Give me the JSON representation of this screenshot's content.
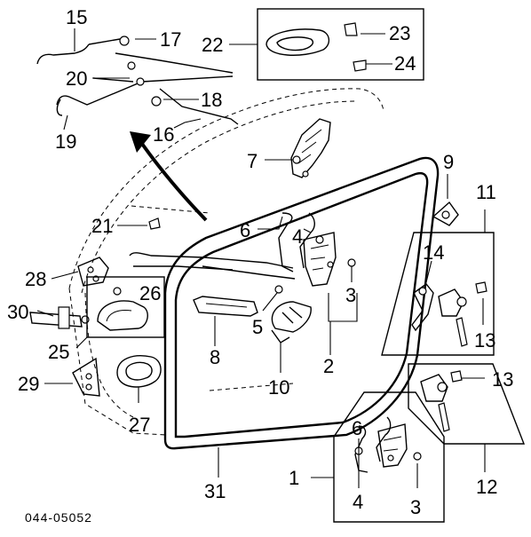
{
  "diagram": {
    "code": "044-05052",
    "labels": {
      "l1": "1",
      "l2": "2",
      "l3a": "3",
      "l3b": "3",
      "l4a": "4",
      "l4b": "4",
      "l5": "5",
      "l6a": "6",
      "l6b": "6",
      "l7": "7",
      "l8": "8",
      "l9": "9",
      "l10": "10",
      "l11": "11",
      "l12": "12",
      "l13a": "13",
      "l13b": "13",
      "l14": "14",
      "l15": "15",
      "l16": "16",
      "l17": "17",
      "l18": "18",
      "l19": "19",
      "l20": "20",
      "l21": "21",
      "l22": "22",
      "l23": "23",
      "l24": "24",
      "l25": "25",
      "l26": "26",
      "l27": "27",
      "l28": "28",
      "l29": "29",
      "l30": "30",
      "l31": "31"
    }
  }
}
